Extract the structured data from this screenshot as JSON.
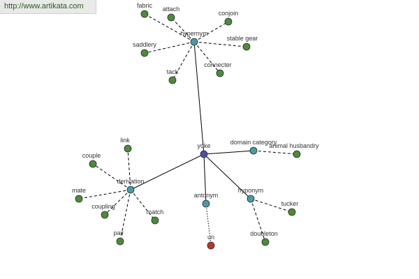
{
  "site": {
    "url": "http://www.artikata.com"
  },
  "graph": {
    "colors": {
      "leaf": "#4d8a3c",
      "relation": "#4a9aa4",
      "center": "#4b4fa3",
      "antonym_leaf": "#b03a32",
      "edge": "#000000"
    },
    "center": {
      "id": "center",
      "label": "yoke"
    },
    "relations": [
      {
        "id": "hypernym",
        "label": "hypernym",
        "children": [
          {
            "id": "fabric",
            "label": "fabric"
          },
          {
            "id": "attach",
            "label": "attach"
          },
          {
            "id": "conjoin",
            "label": "conjoin"
          },
          {
            "id": "stable-gear",
            "label": "stable gear"
          },
          {
            "id": "saddlery",
            "label": "saddlery"
          },
          {
            "id": "connecter",
            "label": "connecter"
          },
          {
            "id": "tack",
            "label": "tack"
          }
        ]
      },
      {
        "id": "domain-category",
        "label": "domain category",
        "children": [
          {
            "id": "animal-husbandry",
            "label": "animal husbandry"
          }
        ]
      },
      {
        "id": "derivation",
        "label": "derivation",
        "children": [
          {
            "id": "link",
            "label": "link"
          },
          {
            "id": "couple",
            "label": "couple"
          },
          {
            "id": "mate",
            "label": "mate"
          },
          {
            "id": "coupling",
            "label": "coupling"
          },
          {
            "id": "match",
            "label": "match"
          },
          {
            "id": "pair",
            "label": "pair"
          }
        ]
      },
      {
        "id": "antonym",
        "label": "antonym",
        "edge_style": "dotted",
        "children": [
          {
            "id": "un",
            "label": "un"
          }
        ]
      },
      {
        "id": "hyponym",
        "label": "hyponym",
        "children": [
          {
            "id": "tucker",
            "label": "tucker"
          },
          {
            "id": "doubleton",
            "label": "doubleton"
          }
        ]
      }
    ]
  }
}
